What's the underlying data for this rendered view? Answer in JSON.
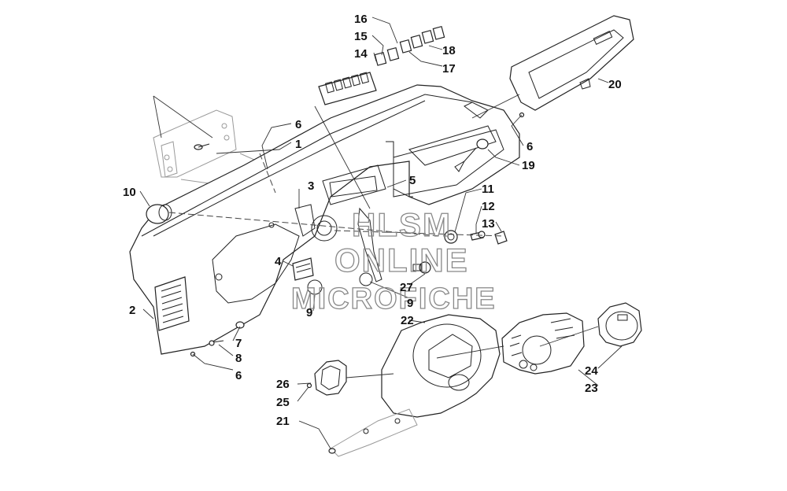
{
  "watermark": {
    "line1": "HLSM",
    "line2": "ONLINE",
    "line3": "MICROFICHE"
  },
  "callouts": [
    {
      "id": "c1",
      "label": "1"
    },
    {
      "id": "c2",
      "label": "2"
    },
    {
      "id": "c3",
      "label": "3"
    },
    {
      "id": "c4",
      "label": "4"
    },
    {
      "id": "c5",
      "label": "5"
    },
    {
      "id": "c6a",
      "label": "6"
    },
    {
      "id": "c6b",
      "label": "6"
    },
    {
      "id": "c6c",
      "label": "6"
    },
    {
      "id": "c7",
      "label": "7"
    },
    {
      "id": "c8",
      "label": "8"
    },
    {
      "id": "c9a",
      "label": "9"
    },
    {
      "id": "c9b",
      "label": "9"
    },
    {
      "id": "c10",
      "label": "10"
    },
    {
      "id": "c11",
      "label": "11"
    },
    {
      "id": "c12",
      "label": "12"
    },
    {
      "id": "c13",
      "label": "13"
    },
    {
      "id": "c14",
      "label": "14"
    },
    {
      "id": "c15",
      "label": "15"
    },
    {
      "id": "c16",
      "label": "16"
    },
    {
      "id": "c17",
      "label": "17"
    },
    {
      "id": "c18",
      "label": "18"
    },
    {
      "id": "c19",
      "label": "19"
    },
    {
      "id": "c20",
      "label": "20"
    },
    {
      "id": "c21",
      "label": "21"
    },
    {
      "id": "c22",
      "label": "22"
    },
    {
      "id": "c23",
      "label": "23"
    },
    {
      "id": "c24",
      "label": "24"
    },
    {
      "id": "c25",
      "label": "25"
    },
    {
      "id": "c26",
      "label": "26"
    },
    {
      "id": "c27",
      "label": "27"
    }
  ]
}
